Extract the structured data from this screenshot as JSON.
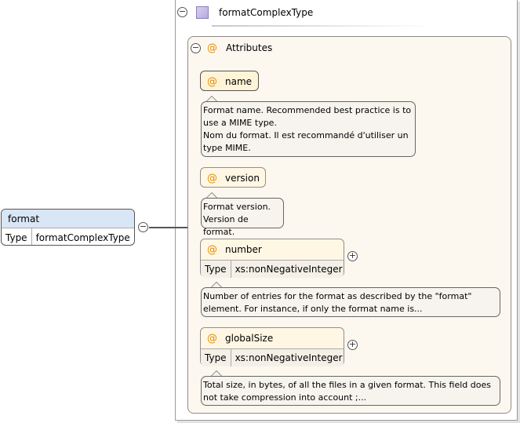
{
  "complex_type": {
    "name": "formatComplexType"
  },
  "attributes_group": {
    "label": "Attributes",
    "items": [
      {
        "name": "name",
        "doc": "Format name. Recommended best practice is to\nuse a MIME type.\nNom du format. Il est recommandé d'utiliser un\ntype MIME."
      },
      {
        "name": "version",
        "doc": "Format version.\nVersion de format."
      },
      {
        "name": "number",
        "type_label": "Type",
        "type_value": "xs:nonNegativeInteger",
        "doc": "Number of entries for the format as described by the \"format\"\nelement. For instance, if only the format name is..."
      },
      {
        "name": "globalSize",
        "type_label": "Type",
        "type_value": "xs:nonNegativeInteger",
        "doc": "Total size, in bytes, of all the files in a given format. This field does\nnot take compression into account ;..."
      }
    ]
  },
  "element": {
    "name": "format",
    "type_label": "Type",
    "type_value": "formatComplexType"
  },
  "symbols": {
    "at": "@",
    "collapse": "−",
    "expand": "+"
  }
}
